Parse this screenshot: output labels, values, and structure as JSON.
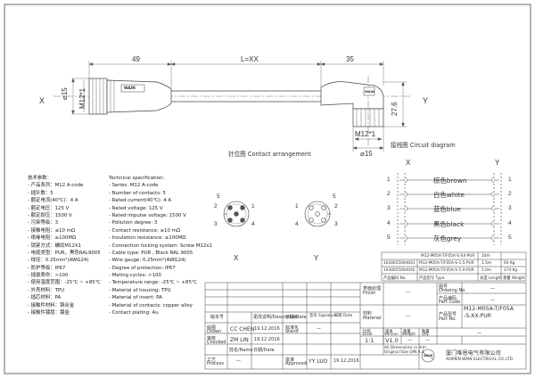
{
  "dimensions": {
    "length_49": "49",
    "length_l": "L=XX",
    "length_35": "35",
    "dia_15_left": "⌀15",
    "thread_left": "M12*1",
    "height_27_6": "27.6",
    "thread_right": "M12*1",
    "dia_15_right": "⌀15",
    "label_x_left": "X",
    "label_y_right": "Y"
  },
  "brand": {
    "connector_logo": "WAIN"
  },
  "contact_arrangement_title": "针位图   Contact arrangement",
  "circuit_diagram_title": "接线图   Circuit diagram",
  "pinout": {
    "label_x": "X",
    "label_y": "Y",
    "pins": [
      "1",
      "2",
      "3",
      "4",
      "5"
    ]
  },
  "circuit": {
    "x_label": "X",
    "y_label": "Y",
    "pins_left": [
      "1",
      "2",
      "3",
      "4",
      "5"
    ],
    "pins_right": [
      "1",
      "2",
      "3",
      "4",
      "5"
    ],
    "wires": [
      "棕色brown",
      "白色white",
      "蓝色blue",
      "黑色black",
      "灰色grey"
    ]
  },
  "spec_cn": [
    "技术参数：",
    "- 产品系列：M12 A-code",
    "- 插针数：5",
    "- 额定电流(40℃)：4 A",
    "- 额定电压：125 V",
    "- 额定耐压：1500 V",
    "- 污染等级：3",
    "- 接触电阻：≤10 mΩ",
    "- 绝缘电阻：≥100MΩ",
    "- 锁紧方式：螺纹M12X1",
    "- 电缆类型：PUR，黑色RAL9005",
    "- 线径：0.25mm²(AWG24)",
    "- 防护等级：IP67",
    "- 插拔寿命：>100",
    "- 使用温度范围：-25℃ ~ +85℃",
    "- 外壳材料：TPU",
    "- 插芯材料：PA",
    "- 接触件材料：铜合金",
    "- 接触件镀层：镀金"
  ],
  "spec_en": [
    "Technical specification:",
    "- Series: M12 A-code",
    "- Number of contacts: 5",
    "- Rated current(40℃): 4 A",
    "- Rated voltage: 125 V",
    "- Rated impulse voltage: 1500 V",
    "- Pollution degree: 3",
    "- Contact resistance: ≤10 mΩ",
    "- Insulation resistance: ≥100MΩ",
    "- Connection locking system: Screw M12x1",
    "- Cable type: PUR , Black RAL 9005",
    "- Wire gauge: 0.25mm²(AWG24)",
    "- Degree of protection: IP67",
    "- Mating cycles: >100",
    "- Temperature range: -25℃ ~ +85℃",
    "- Material of housing: TPU",
    "- Material of insert: PA",
    "- Material of contacts: copper alloy",
    "- Contact plating: Au"
  ],
  "variants": {
    "rows": [
      [
        "M12-M05A-T/F05A-S-XX-PUR",
        "10m",
        ""
      ],
      [
        "1630055004041",
        "M12-M05A-T/F05A-S-1.5-PUR",
        "1.5m",
        "60 Kg"
      ],
      [
        "1630055004042",
        "M12-M05A-T/F05A-S-5.0-PUR",
        "5.0m",
        "274 Kg"
      ]
    ],
    "header": [
      "产品编码 No.",
      "产品型号 Type",
      "长度 Length",
      "重量 Weight"
    ]
  },
  "title_block": {
    "rev_no": "版本号",
    "rev_desc": "更改说明/Description",
    "rev_date": "日期/Date",
    "rev_sign": "签名 Signature",
    "rev_date2": "日期 Date",
    "surface_cn": "表面处理",
    "surface_en": "Finish",
    "surface_val": "—",
    "material_cn": "材料",
    "material_en": "Material",
    "material_val": "—",
    "drawing_no_cn": "图号",
    "drawing_no_en": "Drawing No.",
    "drawing_no_val": "—",
    "part_code_cn": "产品编码",
    "part_code_en": "Part Code",
    "part_code_val": "—",
    "part_no_cn": "产品型号",
    "part_no_en": "Part No.",
    "part_no_val": "M12-M05A-T/F05A\n-S-XX-PUR",
    "scale_cn": "比例",
    "scale_en": "Scale",
    "version_cn": "版本",
    "version_en": "Version",
    "weight_cn": "重量",
    "weight_en": "Weight",
    "qty_cn": "数量",
    "qty_en": "Qty.",
    "scale_val": "1:1",
    "version_val": "V1.0",
    "weight_val": "—",
    "qty_val": "—",
    "drawn_cn": "绘图",
    "drawn_en": "Drawn",
    "drawn_name": "CC CHEN",
    "drawn_date": "19.12.2016",
    "checked_cn": "审核",
    "checked_en": "Checked",
    "checked_name": "ZM LIN",
    "checked_date": "19.12.2016",
    "process_cn": "工艺",
    "process_en": "Process",
    "process_name": "—",
    "process_date": "",
    "approved_cn": "批准",
    "approved_en": "Approved",
    "approved_name": "YY LUO",
    "approved_date": "19.12.2016",
    "standard_cn": "标准化",
    "standard_en": "Stand",
    "standard_val": "—",
    "name_date_1": "姓名/Name",
    "name_date_2": "日期/Date",
    "tolerance_1": "All Dimensions in mm",
    "tolerance_2": "Original Size DIN A 4",
    "company_logo": "WAIN",
    "company_cn": "厦门唯恩电气有限公司",
    "company_en": "XIAMEN WAIN ELECTRICAL CO.,LTD"
  },
  "colors": {
    "line": "#555555",
    "frame": "#444444",
    "paper": "#ffffff"
  }
}
